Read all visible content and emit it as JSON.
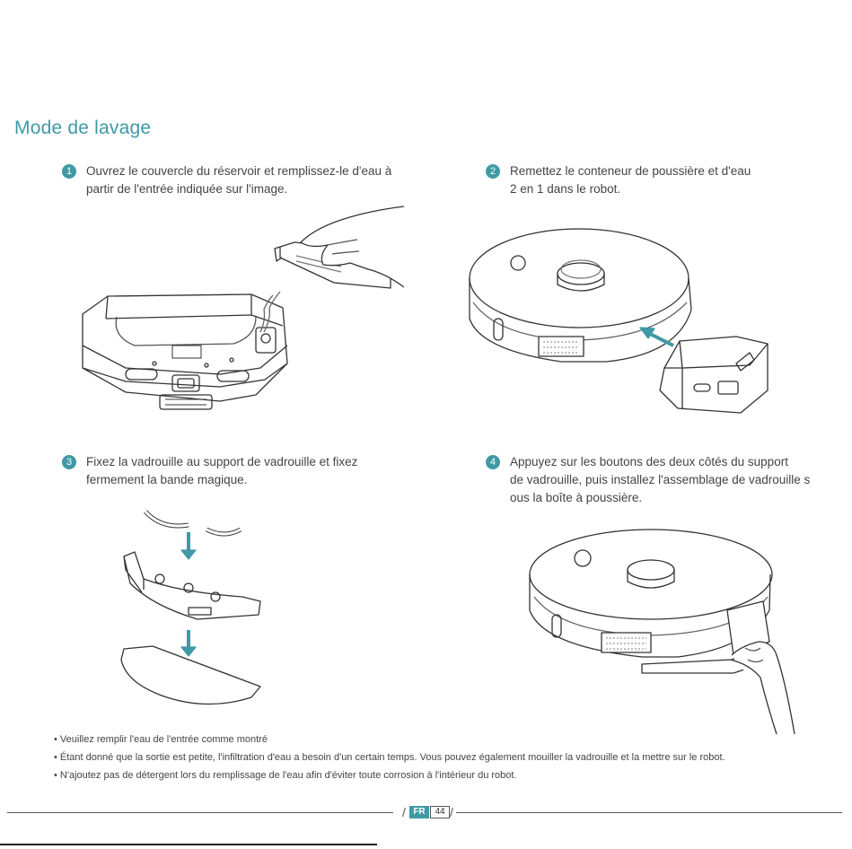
{
  "page": {
    "title": "Mode de lavage",
    "accent_color": "#3f9aa5"
  },
  "steps": [
    {
      "number": "1",
      "lines": [
        "Ouvrez le couvercle du réservoir et remplissez-le d'eau à",
        "partir de l'entrée indiquée sur l'image."
      ]
    },
    {
      "number": "2",
      "lines": [
        "Remettez le conteneur de poussière et d'eau",
        "2 en 1 dans le robot."
      ]
    },
    {
      "number": "3",
      "lines": [
        "Fixez la vadrouille au support de vadrouille et fixez",
        "fermement la bande magique."
      ]
    },
    {
      "number": "4",
      "lines": [
        "Appuyez sur les boutons des deux côtés du support",
        "de vadrouille, puis installez l'assemblage de vadrouille s",
        "ous la boîte à poussière."
      ]
    }
  ],
  "notes": [
    "• Veuillez remplir l'eau de l'entrée comme montré",
    "• Étant donné que la sortie est petite, l'infiltration d'eau a besoin d'un certain temps. Vous pouvez également mouiller la vadrouille et la mettre sur le robot.",
    "• N'ajoutez pas de détergent lors du remplissage de l'eau afin d'éviter toute corrosion à l'intérieur du robot."
  ],
  "footer": {
    "lang": "FR",
    "page_number": "44"
  },
  "illustrations": {
    "step1": "water-tank-filling-illustration",
    "step2": "dustbin-insertion-illustration",
    "step3": "mop-attachment-illustration",
    "step4": "mop-assembly-installation-illustration"
  }
}
